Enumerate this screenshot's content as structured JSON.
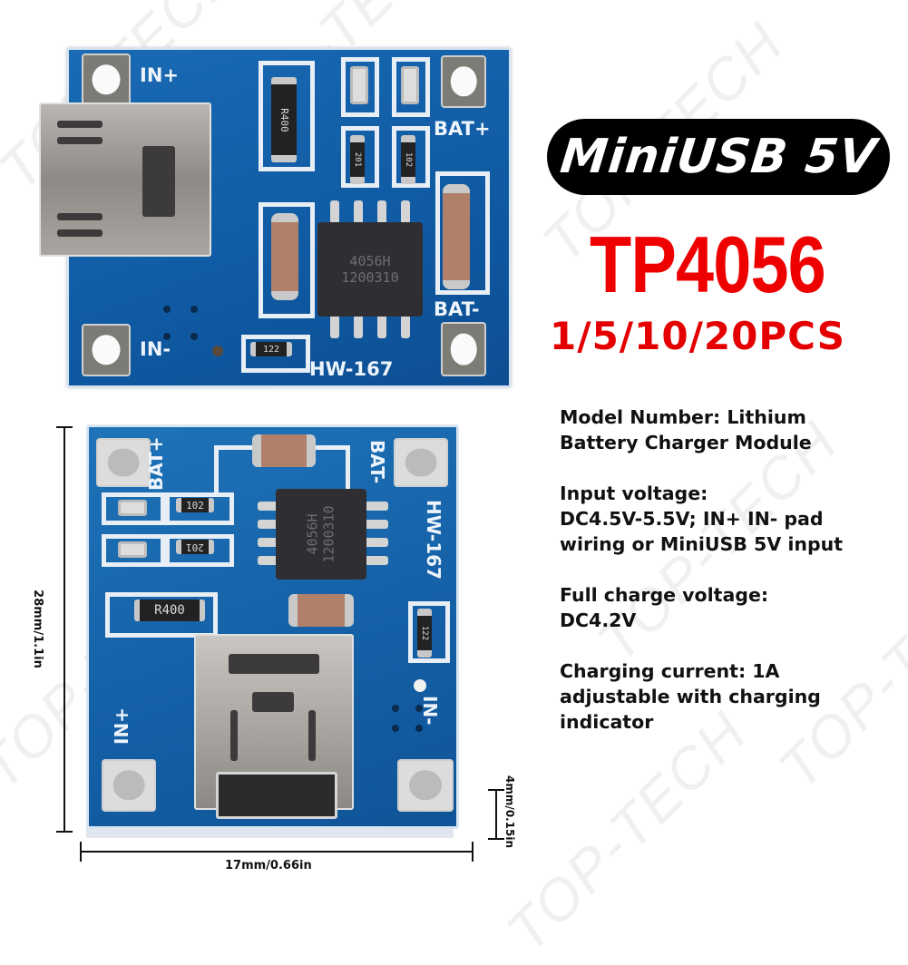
{
  "watermark": "TOP-TECH",
  "header": {
    "badge_label": "MiniUSB 5V",
    "model": "TP4056",
    "quantities": "1/5/10/20PCS"
  },
  "colors": {
    "badge_bg": "#000000",
    "badge_text": "#ffffff",
    "model_red": "#ee0000",
    "pcb_blue": "#1366b0",
    "text": "#111111"
  },
  "specs": [
    {
      "lines": [
        "Model Number: Lithium",
        "Battery Charger Module"
      ]
    },
    {
      "lines": [
        "Input voltage:",
        "DC4.5V-5.5V; IN+ IN- pad",
        "wiring or MiniUSB 5V input"
      ]
    },
    {
      "lines": [
        "Full charge voltage:",
        "DC4.2V"
      ]
    },
    {
      "lines": [
        "Charging current: 1A",
        "adjustable with charging",
        "indicator"
      ]
    }
  ],
  "board_top": {
    "labels": {
      "in_plus": "IN+",
      "in_minus": "IN-",
      "bat_plus": "BAT+",
      "bat_minus": "BAT-",
      "board_id": "HW-167"
    },
    "resistors": {
      "r_sense": "R400",
      "r1": "201",
      "r2": "102",
      "r3": "122"
    },
    "ic_marking": [
      "4056H",
      "1200310"
    ]
  },
  "board_bottom": {
    "labels": {
      "in_plus": "IN+",
      "in_minus": "IN-",
      "bat_plus": "BAT+",
      "bat_minus": "BAT-",
      "board_id": "HW-167"
    },
    "resistors": {
      "r_sense": "R400",
      "r1": "102",
      "r2": "201",
      "r3": "122"
    },
    "ic_marking": [
      "4056H",
      "1200310"
    ]
  },
  "dimensions": {
    "height": "28mm/1.1in",
    "width": "17mm/0.66in",
    "thickness": "4mm/0.15in"
  }
}
